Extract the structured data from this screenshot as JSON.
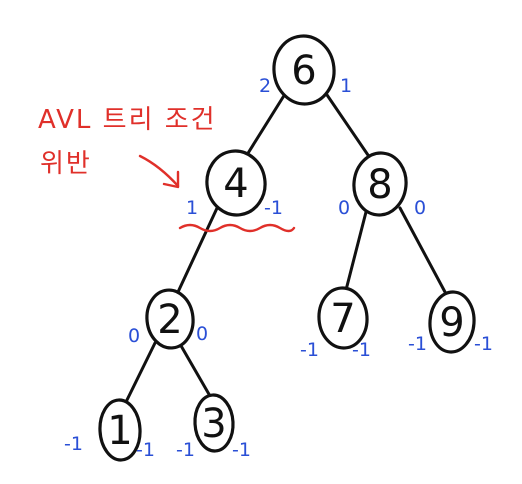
{
  "diagram": {
    "nodes": {
      "n6": {
        "label": "6",
        "balance_left": "2",
        "balance_right": "1"
      },
      "n4": {
        "label": "4",
        "balance_left": "1",
        "balance_right": "-1"
      },
      "n8": {
        "label": "8",
        "balance_left": "0",
        "balance_right": "0"
      },
      "n2": {
        "label": "2",
        "balance_left": "0",
        "balance_right": "0"
      },
      "n7": {
        "label": "7",
        "balance_left": "-1",
        "balance_right": "-1"
      },
      "n9": {
        "label": "9",
        "balance_left": "-1",
        "balance_right": "-1"
      },
      "n1": {
        "label": "1",
        "balance_left": "-1",
        "balance_right": "-1"
      },
      "n3": {
        "label": "3",
        "balance_left": "-1",
        "balance_right": "-1"
      }
    },
    "annotation": {
      "line1": "AVL 트리 조건",
      "line2": "위반"
    },
    "colors": {
      "ink": "#111111",
      "balance": "#2a4fd6",
      "annotation": "#e0302a"
    }
  }
}
